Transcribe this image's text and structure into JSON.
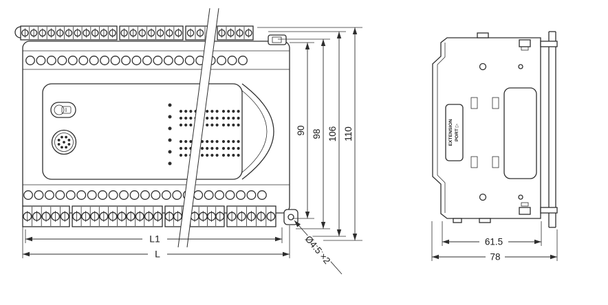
{
  "front_view": {
    "dims": {
      "d90": "90",
      "d98": "98",
      "d106": "106",
      "d110": "110",
      "l1": "L1",
      "l": "L",
      "hole_callout": "Ø4.5 ×2"
    }
  },
  "side_view": {
    "extension_port_line1": "EXTENSION",
    "extension_port_line2": "PORT ▷",
    "dims": {
      "d61_5": "61.5",
      "d78": "78"
    }
  },
  "colors": {
    "line": "#2d2d2d",
    "background": "#ffffff",
    "extension_port_fill": "#d9d9d9"
  }
}
